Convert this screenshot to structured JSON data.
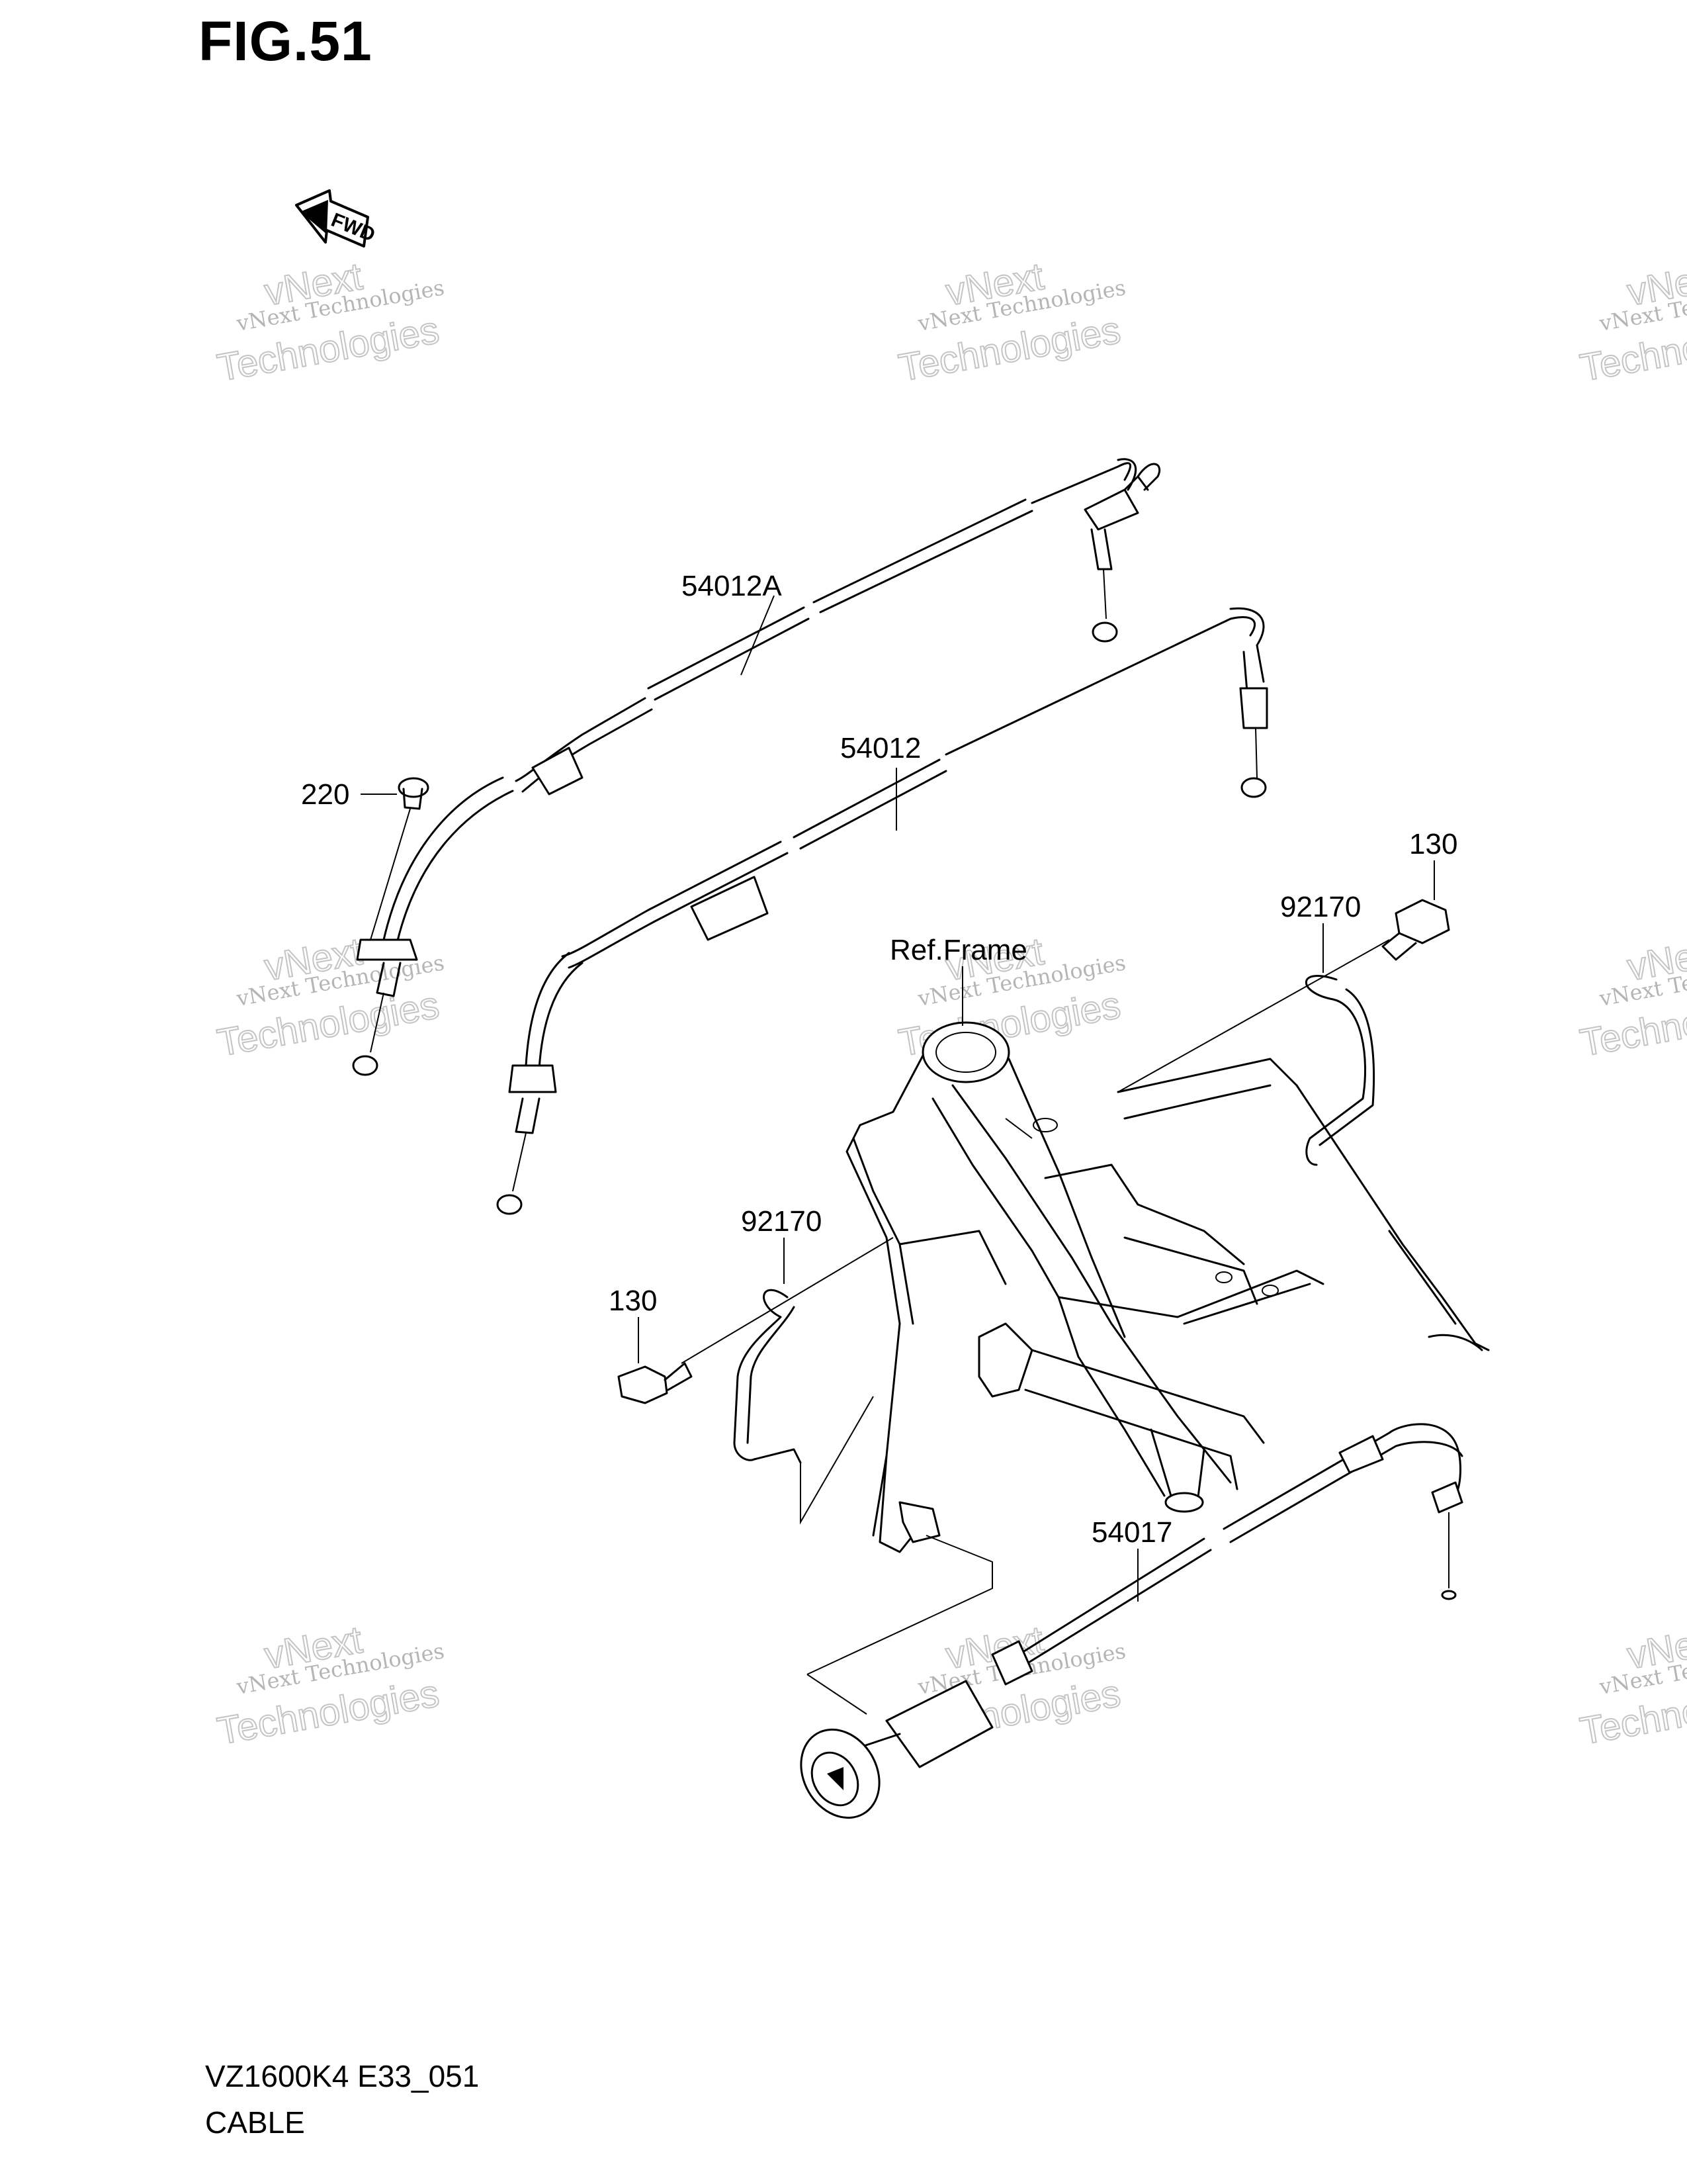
{
  "figure_title": "FIG.51",
  "fwd_label": "FWD",
  "callouts": {
    "part_54012A": "54012A",
    "part_54012": "54012",
    "part_220": "220",
    "part_130_upper": "130",
    "part_92170_upper": "92170",
    "ref_frame": "Ref.Frame",
    "part_92170_lower": "92170",
    "part_130_lower": "130",
    "part_54017": "54017"
  },
  "watermark": {
    "line1": "vNext Technologies",
    "line2": "Technologies",
    "line3": "vNext"
  },
  "footer": {
    "model_code": "VZ1600K4 E33_051",
    "caption": "CABLE"
  }
}
